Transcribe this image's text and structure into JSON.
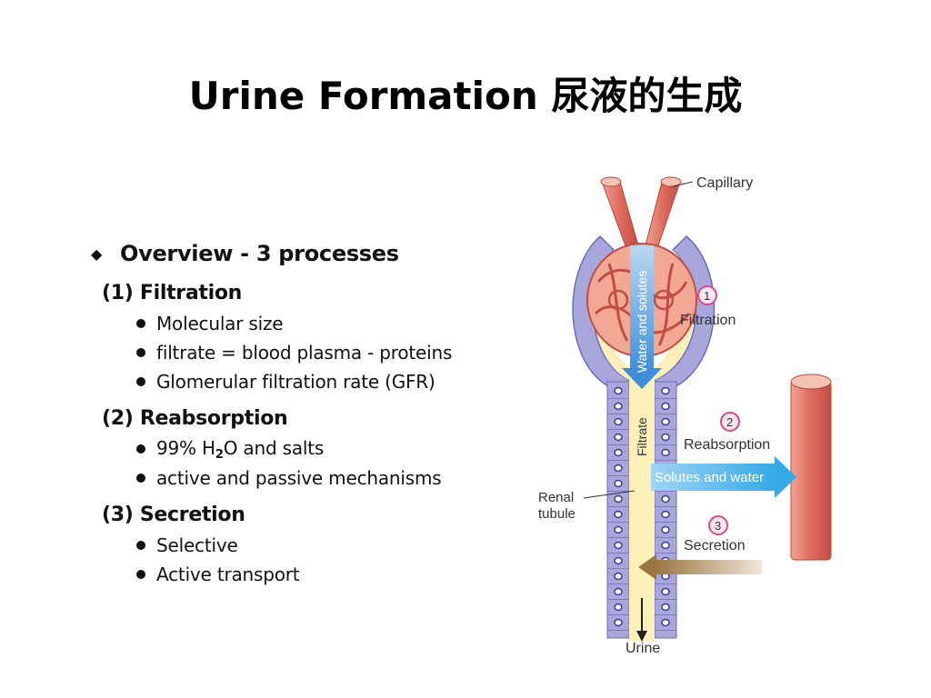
{
  "slide": {
    "title": "Urine Formation 尿液的生成",
    "overview": "Overview - 3 processes",
    "processes": [
      {
        "heading": "(1) Filtration",
        "bullets": [
          "Molecular size",
          "filtrate = blood plasma - proteins",
          "Glomerular filtration rate (GFR)"
        ]
      },
      {
        "heading": "(2) Reabsorption",
        "bullets_extra": {
          "h2o_pre": "99% H",
          "h2o_sub": "2",
          "h2o_post": "O and salts",
          "second": "active and passive mechanisms"
        }
      },
      {
        "heading": "(3) Secretion",
        "bullets": [
          "Selective",
          "Active transport"
        ]
      }
    ]
  },
  "diagram": {
    "labels": {
      "capillary": "Capillary",
      "water_solutes": "Water and solutes",
      "num1": "1",
      "filtration": "Filtration",
      "filtrate": "Filtrate",
      "num2": "2",
      "reabsorption": "Reabsorption",
      "solutes_water": "Solutes and water",
      "renal": "Renal",
      "tubule": "tubule",
      "num3": "3",
      "secretion": "Secretion",
      "urine": "Urine"
    },
    "colors": {
      "vessel": "#e06a5c",
      "vessel_light": "#f0a493",
      "tubule_wall": "#a9a6dc",
      "cell_nucleus": "#3d3c8f",
      "lumen": "#faf0b8",
      "filtration_arrow": "#3f8fd8",
      "reabsorption_arrow": "#35a9e6",
      "secretion_arrow": "#b08a5a",
      "step_circle": "#d94a8a"
    }
  }
}
